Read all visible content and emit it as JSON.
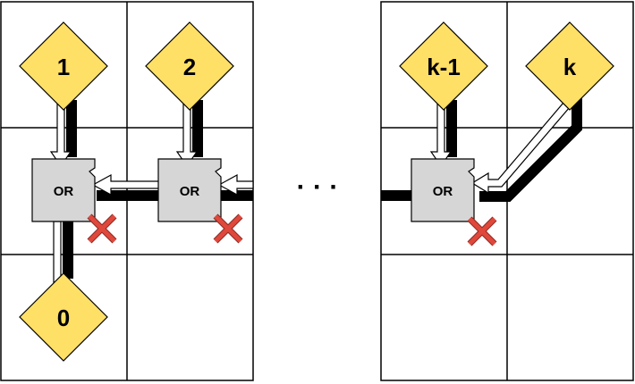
{
  "colors": {
    "node_fill": "#FFE066",
    "gate_fill": "#D6D6D6",
    "cross": "#E0483C",
    "wire": "#000000"
  },
  "nodes": {
    "node_1": "1",
    "node_2": "2",
    "node_k_minus_1": "k-1",
    "node_k": "k",
    "node_0": "0"
  },
  "gates": {
    "gate_left": "OR",
    "gate_middle": "OR",
    "gate_right": "OR"
  },
  "ellipsis": "· · ·"
}
